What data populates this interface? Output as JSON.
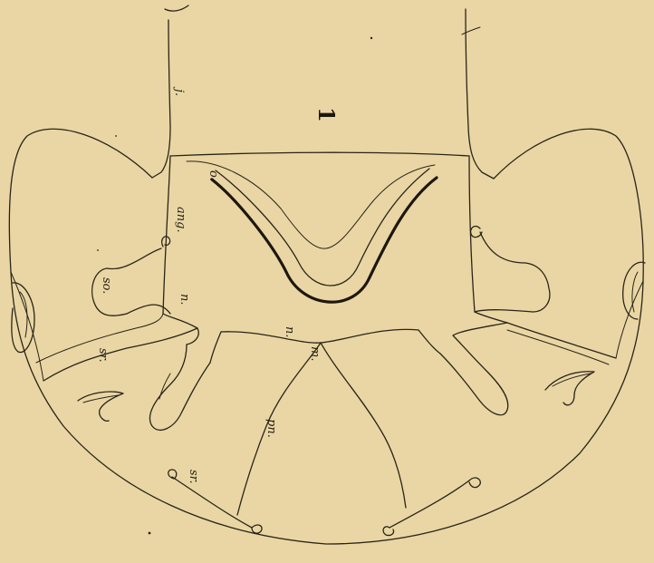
{
  "figure": {
    "number": "1",
    "labels": {
      "j": "j.",
      "o": "o.",
      "ang": "ang.",
      "so": "so.",
      "n_left": "n.",
      "n_center": "n.",
      "m": "m.",
      "sr_left": "sr.",
      "pn": "pn.",
      "sr_bottom": "sr."
    }
  },
  "colors": {
    "paper": "#e9d6a4",
    "ink": "#2b2418"
  }
}
